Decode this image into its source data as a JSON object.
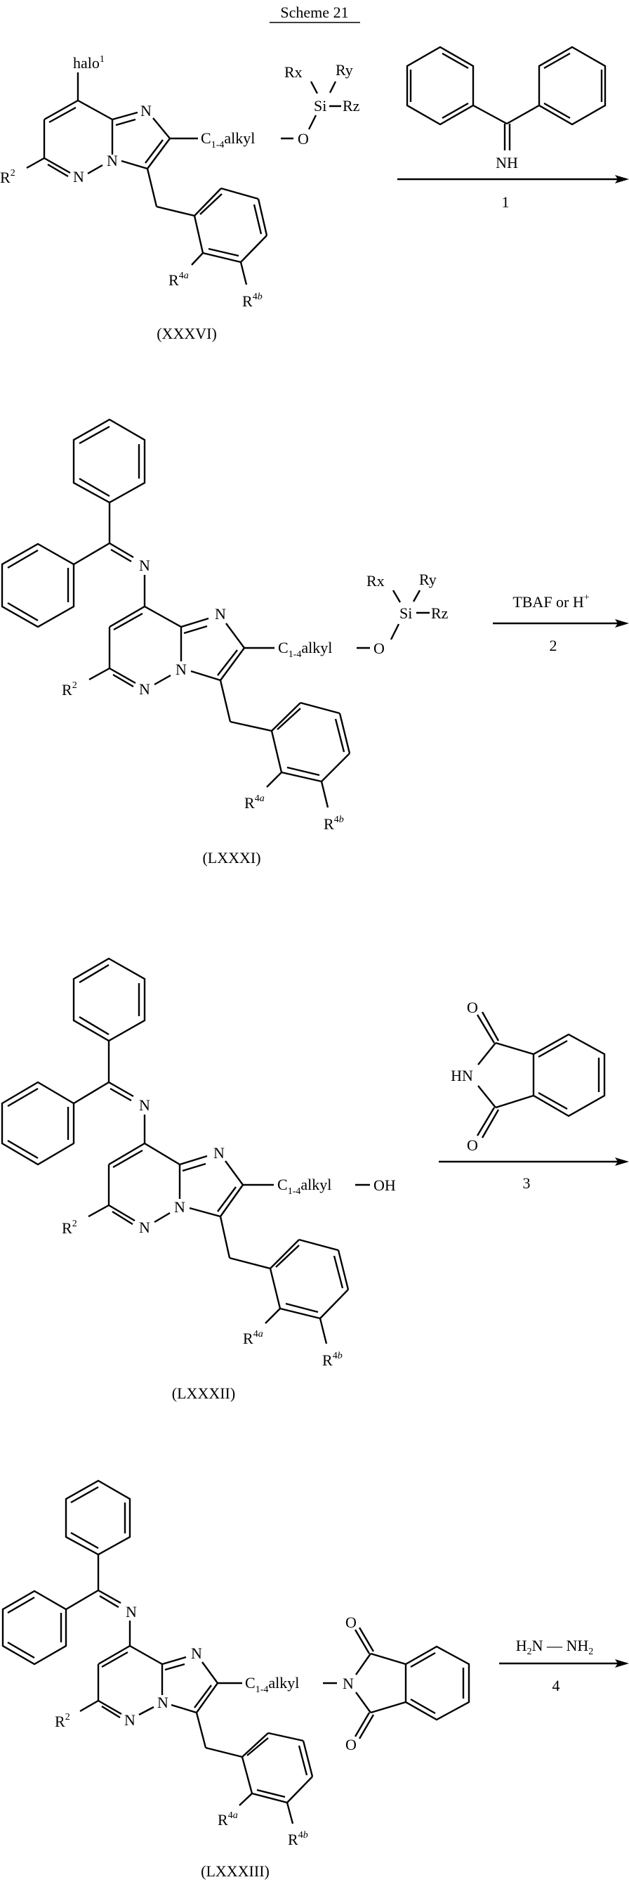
{
  "title": "Scheme 21",
  "colors": {
    "ink": "#000000",
    "background": "#ffffff"
  },
  "labels": {
    "R": "R",
    "R2_sup": "2",
    "R4a_num": "4",
    "R4a_letter": "a",
    "R4b_num": "4",
    "R4b_letter": "b",
    "halo": "halo",
    "halo_sup": "1",
    "N": "N",
    "C": "C",
    "alkyl_sub": "1-4",
    "alkyl": "alkyl",
    "O": "O",
    "OH": "OH",
    "Si": "Si",
    "Rx": "Rx",
    "Ry": "Ry",
    "Rz": "Rz",
    "NH": "NH",
    "HN": "HN"
  },
  "compounds": [
    {
      "id": "XXXVI",
      "label": "(XXXVI)",
      "substituent_8": "halo1",
      "side_chain_terminal": "O-Si(Rx)(Ry)(Rz)"
    },
    {
      "id": "LXXXI",
      "label": "(LXXXI)",
      "substituent_8": "N=C(Ph)2",
      "side_chain_terminal": "O-Si(Rx)(Ry)(Rz)"
    },
    {
      "id": "LXXXII",
      "label": "(LXXXII)",
      "substituent_8": "N=C(Ph)2",
      "side_chain_terminal": "OH"
    },
    {
      "id": "LXXXIII",
      "label": "(LXXXIII)",
      "substituent_8": "N=C(Ph)2",
      "side_chain_terminal": "phthalimide N"
    }
  ],
  "steps": [
    {
      "number": "1",
      "reagent": "benzophenone imine",
      "reagent_text": "NH"
    },
    {
      "number": "2",
      "reagent_text": "TBAF or H",
      "reagent_sup": "+"
    },
    {
      "number": "3",
      "reagent": "phthalimide",
      "reagent_text": "HN"
    },
    {
      "number": "4",
      "reagent_H": "H",
      "reagent_sub": "2",
      "reagent_mid": "N",
      "reagent_N": "NH",
      "reagent_sub2": "2"
    }
  ]
}
